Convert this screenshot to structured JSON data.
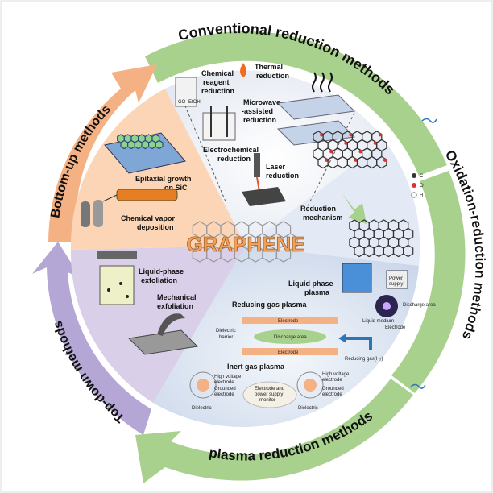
{
  "center": {
    "title": "GRAPHENE"
  },
  "arcs": {
    "conventional": "Conventional reduction methods",
    "oxidation": "Oxidation-reduction methods",
    "plasma": "plasma reduction methods",
    "bottom_up": "Bottom-up  methods",
    "top_down": "Top-down methods"
  },
  "conventional": {
    "chemical": [
      "Chemical",
      "reagent",
      "reduction"
    ],
    "thermal": [
      "Thermal",
      "reduction"
    ],
    "microwave": [
      "Microwave",
      "-assisted",
      "reduction"
    ],
    "electrochemical": [
      "Electrochemical",
      "reduction"
    ],
    "laser": [
      "Laser",
      "reduction"
    ],
    "go_label": "GO",
    "etoh_label": "EtOH"
  },
  "oxidation": {
    "mechanism": [
      "Reduction",
      "mechanism"
    ],
    "legend": [
      "C",
      "O",
      "H"
    ]
  },
  "bottom_up": {
    "epitaxial": [
      "Epitaxial growth",
      "on SiC"
    ],
    "cvd": [
      "Chemical vapor",
      "deposition"
    ]
  },
  "top_down": {
    "liquid": [
      "Liquid-phase",
      "exfoliation"
    ],
    "mechanical": [
      "Mechanical",
      "exfoliation"
    ]
  },
  "plasma": {
    "liquid_phase": [
      "Liquid phase",
      "plasma"
    ],
    "reducing_gas": "Reducing gas plasma",
    "electrode_top": "Electrode",
    "electrode_bottom": "Electrode",
    "discharge_area": "Discharge area",
    "dielectric_barrier": [
      "Dielectric",
      "barrier"
    ],
    "reducing_gas_h2": "Reducing gas(H₂)",
    "inert_gas": "Inert gas plasma",
    "hv_electrode_left": [
      "High voltage",
      "electrode"
    ],
    "grounded_left": [
      "Grounded",
      "electrode"
    ],
    "dielectric_left": "Dielectric",
    "cloud": [
      "Electrode and",
      "power supply",
      "monitor"
    ],
    "hv_electrode_right": [
      "High voltage",
      "electrode"
    ],
    "grounded_right": [
      "Grounded",
      "electrode"
    ],
    "dielectric_right": "Dielectric",
    "power_supply": [
      "Power",
      "supply"
    ],
    "liquid_medium": "Liquid medium",
    "electrode_small": "Electrode",
    "discharge_small": "Discharge area"
  },
  "colors": {
    "green_arc": "#a9d18e",
    "orange_arc": "#f4b183",
    "purple_arc": "#b4a7d6",
    "conventional_bg": "#eef1f6",
    "bottom_bg": "#fbd5b5",
    "top_bg": "#d9cfe9",
    "plasma_bg": "#dfe6f2",
    "graphene_text": "#f0a05a"
  }
}
